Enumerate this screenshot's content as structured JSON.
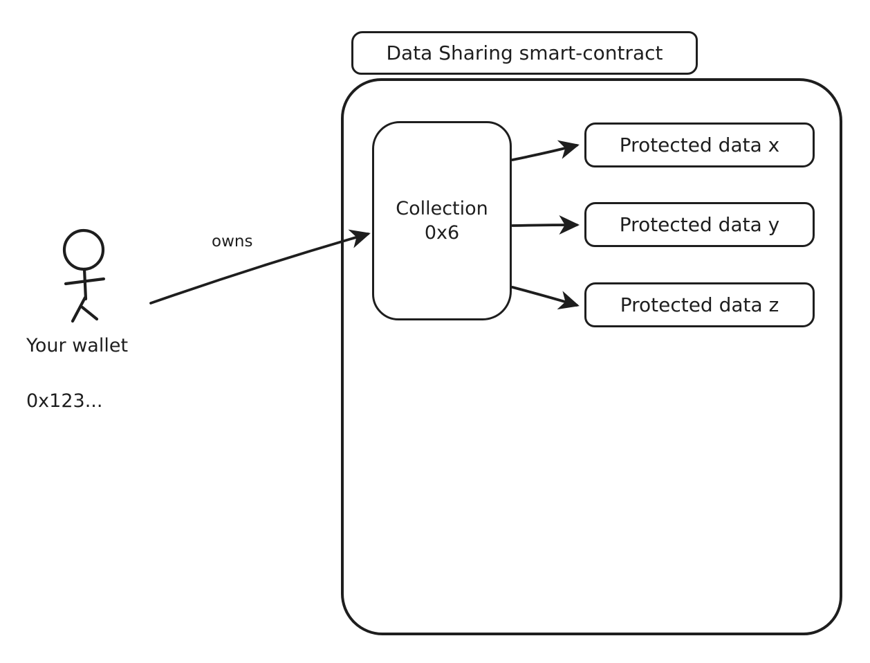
{
  "diagram": {
    "type": "hand-drawn-diagram",
    "title": "Data Sharing smart-contract",
    "actor": {
      "icon": "stick-figure-person",
      "label_line1": "Your wallet",
      "label_line2": "0x123..."
    },
    "relations": {
      "owns_label": "owns"
    },
    "collection": {
      "line1": "Collection",
      "line2": "0x6"
    },
    "protected_items": [
      {
        "label": "Protected data x"
      },
      {
        "label": "Protected data y"
      },
      {
        "label": "Protected data z"
      }
    ],
    "colors": {
      "stroke": "#1e1e1e",
      "background": "#ffffff"
    }
  }
}
